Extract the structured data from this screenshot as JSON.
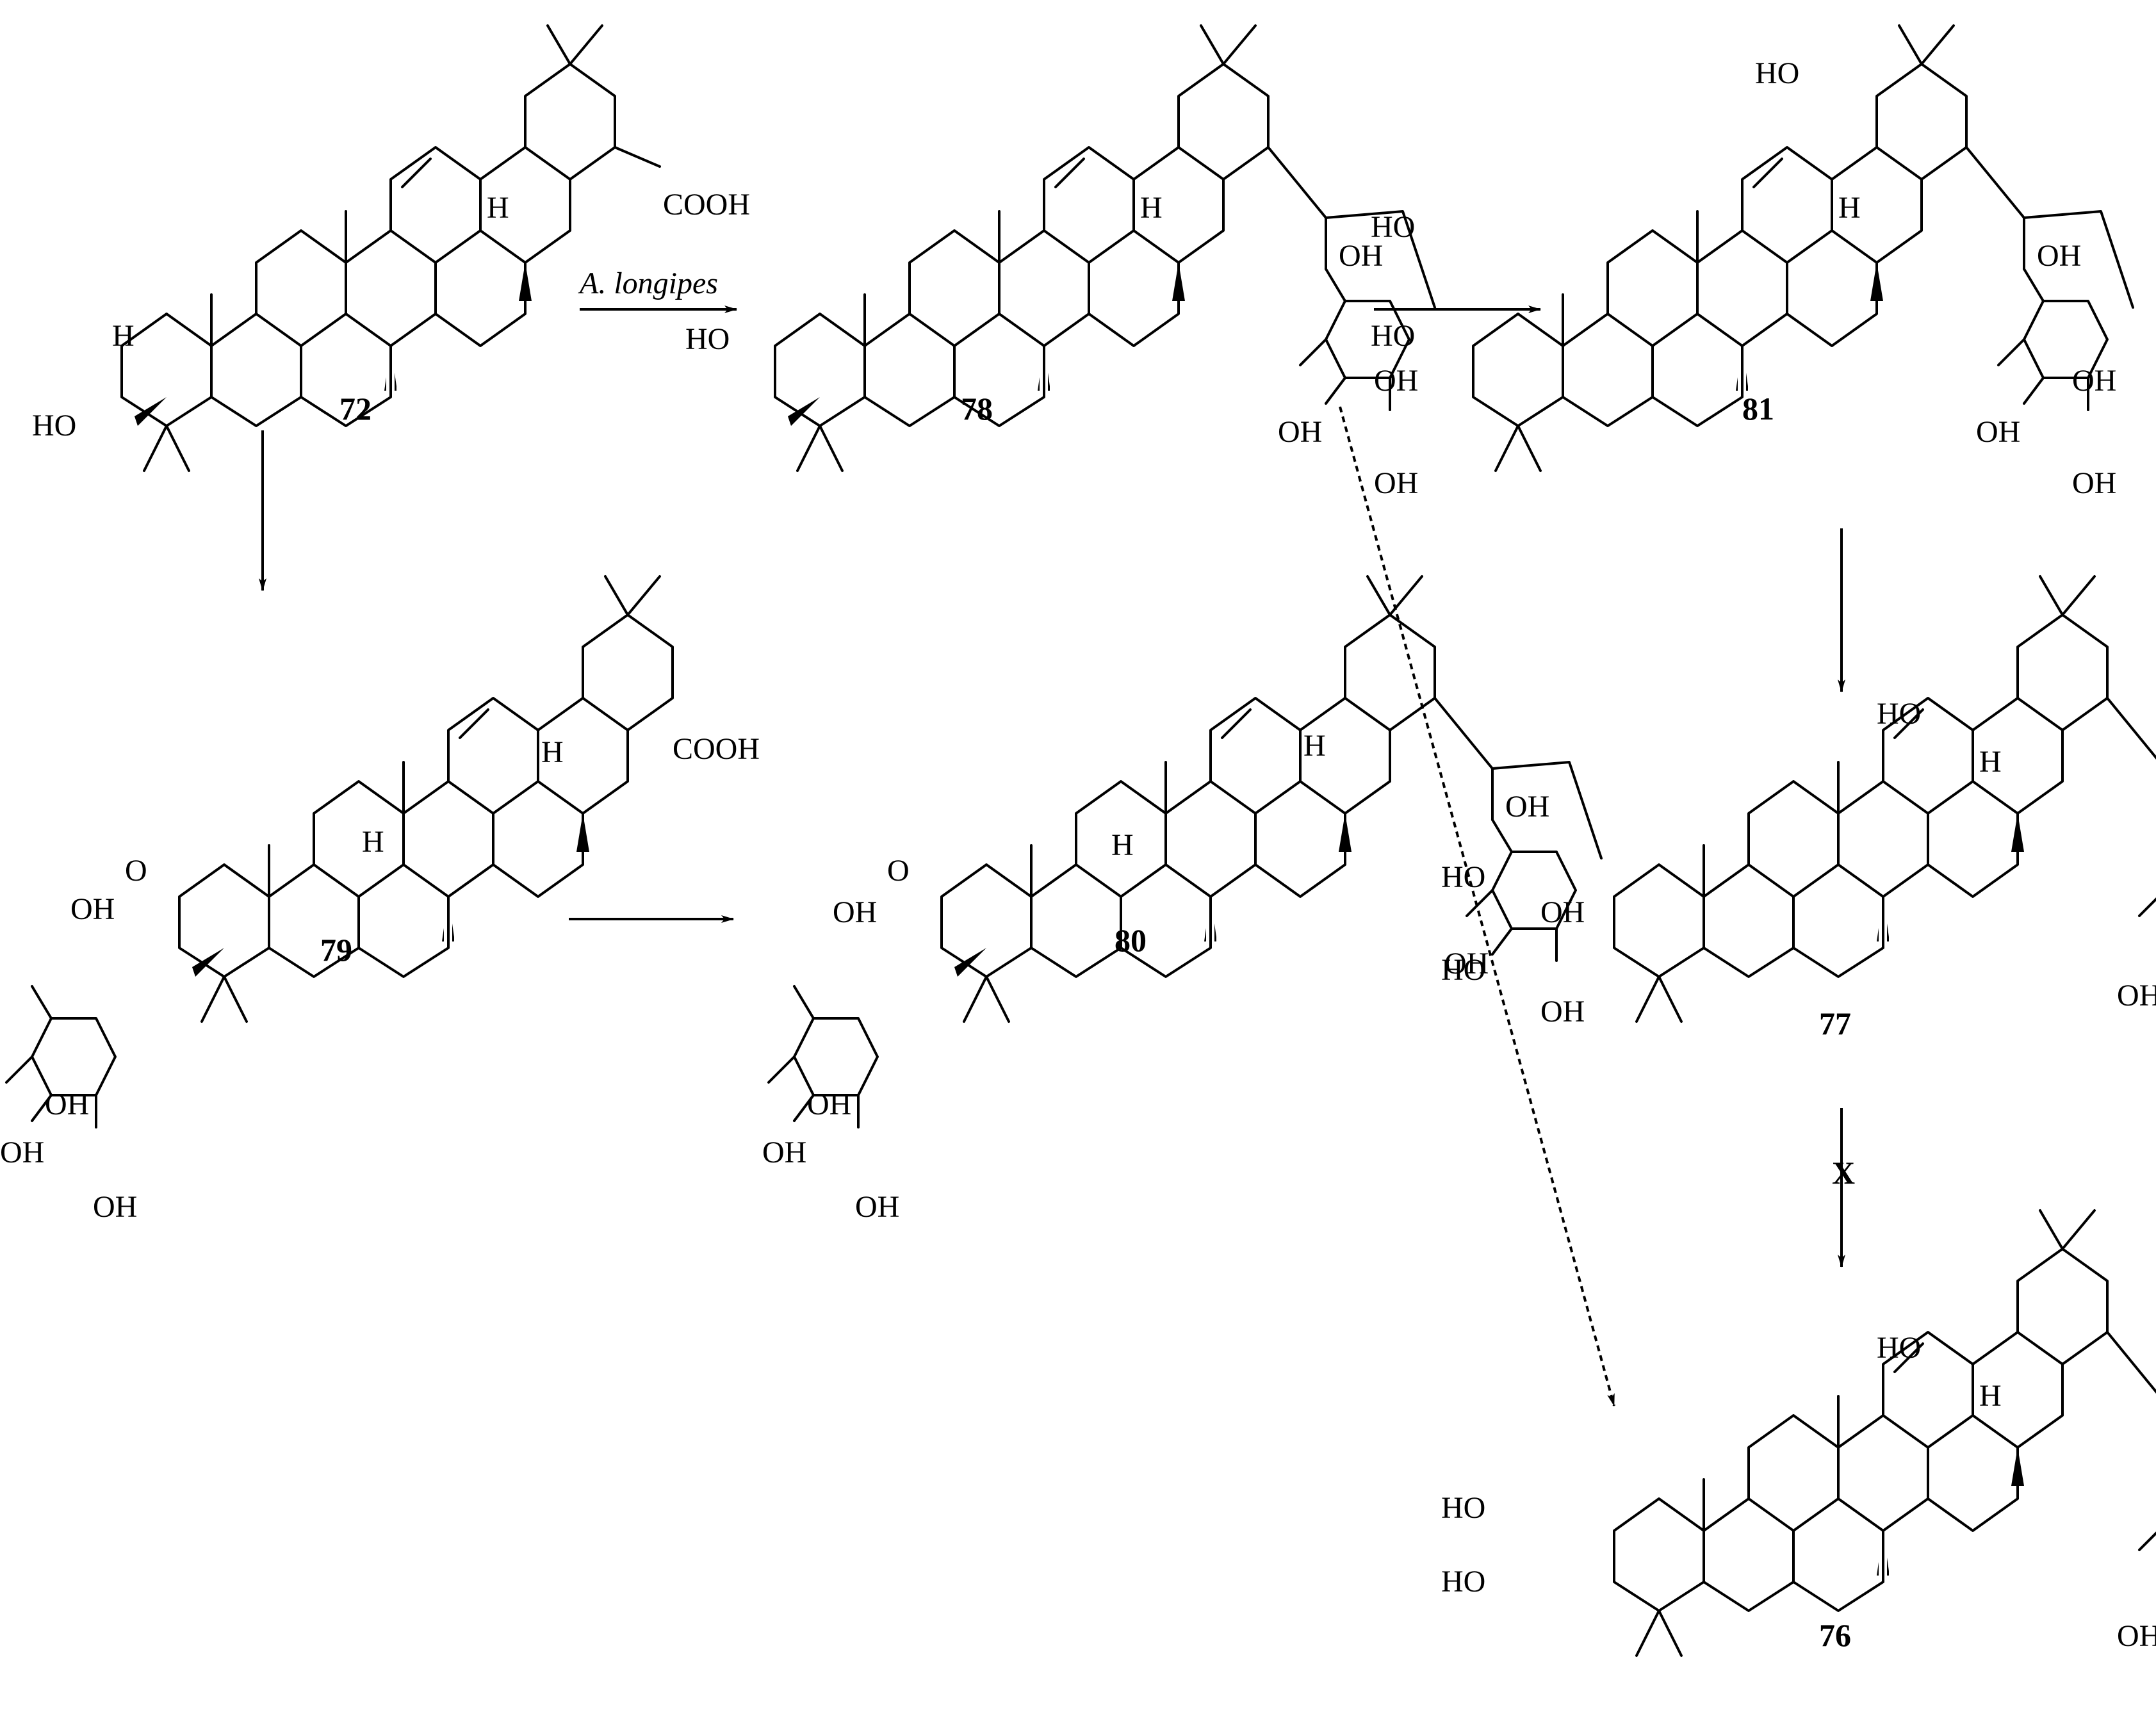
{
  "labels": {
    "hydroxyl": "OH",
    "hydroxyl_left": "HO",
    "carboxyl": "COOH",
    "hydrogen": "H",
    "ether_oxygen": "O"
  },
  "compounds": [
    {
      "id": "c72",
      "number": "72"
    },
    {
      "id": "c78",
      "number": "78"
    },
    {
      "id": "c81",
      "number": "81"
    },
    {
      "id": "c79",
      "number": "79"
    },
    {
      "id": "c80",
      "number": "80"
    },
    {
      "id": "c77",
      "number": "77"
    },
    {
      "id": "c76",
      "number": "76"
    }
  ],
  "arrows": {
    "reagent": "A. longipes",
    "blocked_mark": "X"
  }
}
